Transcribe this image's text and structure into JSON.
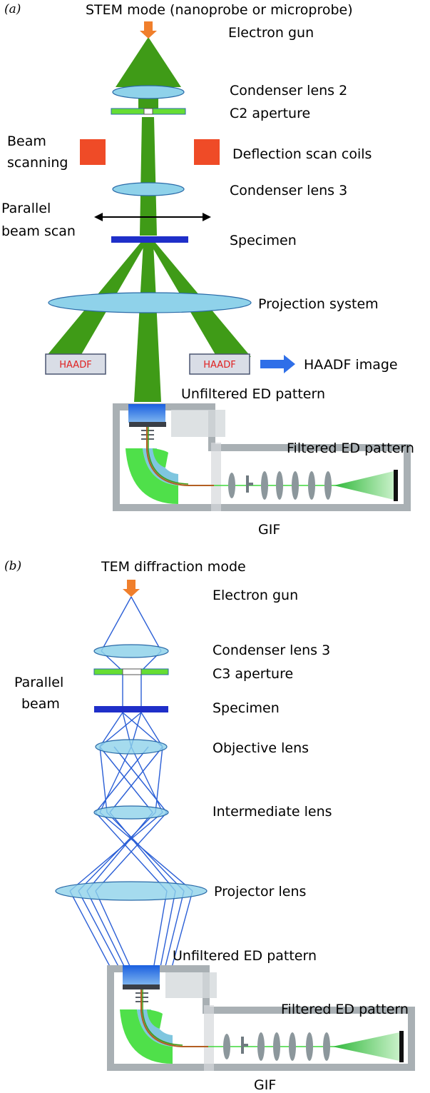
{
  "panel_a": {
    "tag": "(a)",
    "mode": "STEM mode (nanoprobe or microprobe)",
    "electron_gun": "Electron gun",
    "condenser": "Condenser lens 2",
    "aperture": "C2 aperture",
    "beam_scanning_1": "Beam",
    "beam_scanning_2": "scanning",
    "deflection": "Deflection scan coils",
    "condenser3": "Condenser lens 3",
    "parallel_1": "Parallel",
    "parallel_2": "beam scan",
    "specimen": "Specimen",
    "projection": "Projection system",
    "haadf_left": "HAADF",
    "haadf_right": "HAADF",
    "haadf_image": "HAADF image",
    "unfiltered": "Unfiltered ED pattern",
    "filtered": "Filtered ED pattern",
    "gif": "GIF"
  },
  "panel_b": {
    "tag": "(b)",
    "mode": "TEM diffraction mode",
    "electron_gun": "Electron gun",
    "condenser": "Condenser lens 3",
    "aperture": "C3 aperture",
    "parallel_1": "Parallel",
    "parallel_2": "beam",
    "specimen": "Specimen",
    "objective": "Objective lens",
    "intermediate": "Intermediate lens",
    "projector": "Projector lens",
    "unfiltered": "Unfiltered ED pattern",
    "filtered": "Filtered ED pattern",
    "gif": "GIF"
  },
  "colors": {
    "beam_green": "#3f9b17",
    "lens": "#8fd2ea",
    "lens_stroke": "#2a6aa8",
    "aperture": "#66dd33",
    "specimen": "#1f2fc9",
    "scan_coil": "#ef4b27",
    "arrow_orange": "#f07f2c",
    "ray_blue": "#2b5fd6",
    "gif_gray": "#a9b0b4"
  }
}
